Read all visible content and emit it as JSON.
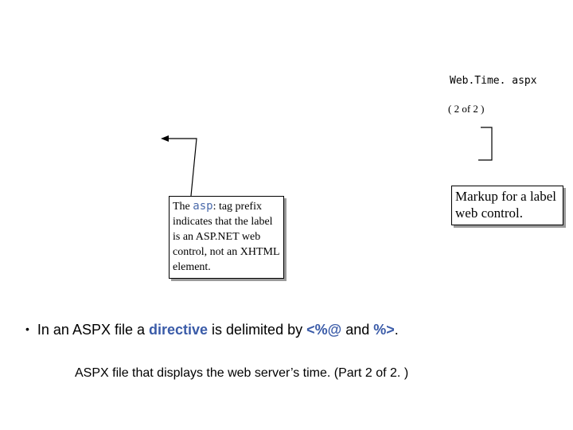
{
  "header": {
    "file_title": "Web.Time. aspx",
    "part_indicator": "( 2 of 2 )"
  },
  "callout_asp": {
    "text_before": "The ",
    "highlight": "asp",
    "text_after": ": tag prefix indicates that the label is an ASP.NET web control, not an XHTML element."
  },
  "callout_label": {
    "text": "Markup for a label web control."
  },
  "bullet": {
    "part1": "In an ASPX file a ",
    "keyword": "directive",
    "part2": " is delimited by ",
    "open_delim": "<%@",
    "part3": " and ",
    "close_delim": "%>",
    "part4": "."
  },
  "caption": {
    "text": "ASPX file that displays the web server’s time. (Part 2 of 2. )"
  },
  "icons": {
    "bullet": "bullet-dot",
    "arrow": "arrow-left-icon"
  }
}
